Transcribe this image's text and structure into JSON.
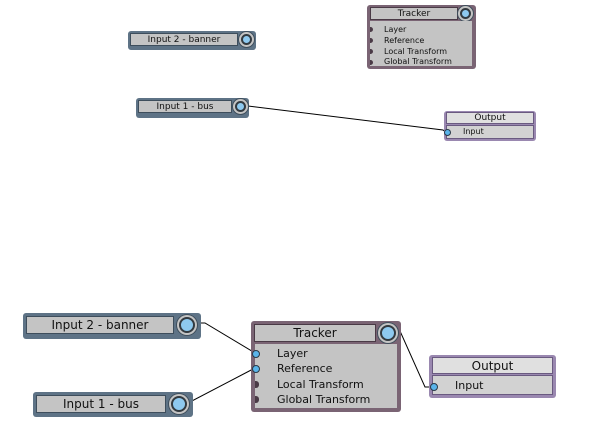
{
  "small_graph": {
    "input2": {
      "label": "Input 2 - banner"
    },
    "input1": {
      "label": "Input 1 - bus"
    },
    "tracker": {
      "title": "Tracker",
      "inputs": [
        "Layer",
        "Reference",
        "Local Transform",
        "Global Transform"
      ]
    },
    "output": {
      "title": "Output",
      "inputs": [
        "Input"
      ]
    }
  },
  "large_graph": {
    "input2": {
      "label": "Input 2 - banner"
    },
    "input1": {
      "label": "Input 1 - bus"
    },
    "tracker": {
      "title": "Tracker",
      "inputs": [
        "Layer",
        "Reference",
        "Local Transform",
        "Global Transform"
      ]
    },
    "output": {
      "title": "Output",
      "inputs": [
        "Input"
      ]
    }
  },
  "colors": {
    "input_node": "#5e7386",
    "tracker_node": "#7a6474",
    "output_node": "#9a88b0",
    "node_face": "#c4c4c4",
    "port_fill": "#5ab4ea"
  }
}
